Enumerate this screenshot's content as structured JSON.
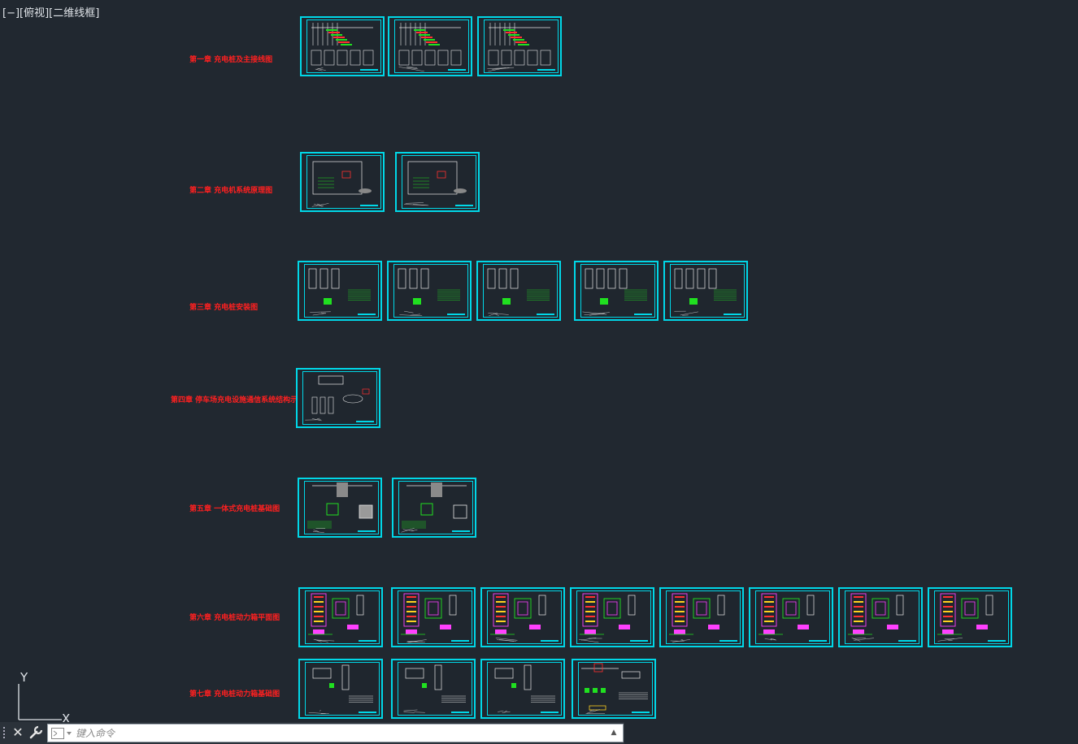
{
  "viewport": {
    "label": "[−][俯视][二维线框]"
  },
  "chapters": [
    {
      "title": "第一章  充电桩及主接线图",
      "sheet_count": 3
    },
    {
      "title": "第二章  充电机系统原理图",
      "sheet_count": 2
    },
    {
      "title": "第三章  充电桩安装图",
      "sheet_count": 5
    },
    {
      "title": "第四章  停车场充电设施通信系统结构示意图",
      "sheet_count": 1
    },
    {
      "title": "第五章  一体式充电桩基础图",
      "sheet_count": 2
    },
    {
      "title": "第六章  充电桩动力箱平面图",
      "sheet_count": 8
    },
    {
      "title": "第七章  充电桩动力箱基础图",
      "sheet_count": 4
    }
  ],
  "ucs": {
    "y_label": "Y",
    "x_label": "X"
  },
  "command_line": {
    "placeholder": "键入命令",
    "close_glyph": "✕",
    "history_glyph": "▲"
  },
  "colors": {
    "background": "#212830",
    "sheet_border": "#00d8e8",
    "chapter_label": "#ff2020",
    "drawing_white": "#e8e8e8",
    "drawing_green": "#20e020",
    "drawing_magenta": "#ff40ff",
    "drawing_red": "#ff3030",
    "drawing_yellow": "#ffd020"
  },
  "icons": {
    "close": "close-icon",
    "customize": "wrench-icon",
    "prompt": "command-prompt-icon",
    "grip": "grip-icon"
  }
}
